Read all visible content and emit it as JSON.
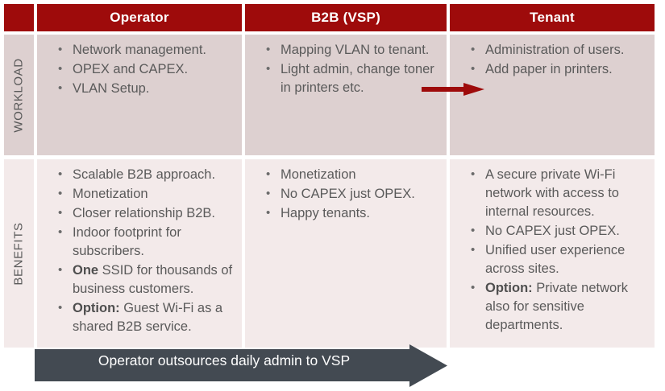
{
  "colors": {
    "header_red": "#9e0b0b",
    "workload_bg": "#ddd0d0",
    "benefits_bg": "#f3eaea",
    "arrow_red": "#9e0b0b",
    "banner_gray": "#434a52",
    "text_gray": "#5a5a5a"
  },
  "table": {
    "corner_label": "",
    "headers": [
      {
        "label": "Operator"
      },
      {
        "label": "B2B (VSP)"
      },
      {
        "label": "Tenant"
      }
    ],
    "rows": [
      {
        "label": "WORKLOAD",
        "cells": [
          {
            "column": "Operator",
            "bullets": [
              {
                "text": "Network management."
              },
              {
                "text": "OPEX and CAPEX."
              },
              {
                "text": "VLAN Setup."
              }
            ]
          },
          {
            "column": "B2B (VSP)",
            "bullets": [
              {
                "text": "Mapping VLAN to tenant."
              },
              {
                "text": "Light admin, change toner in printers etc."
              }
            ]
          },
          {
            "column": "Tenant",
            "bullets": [
              {
                "text": "Administration of users."
              },
              {
                "text": "Add paper in printers."
              }
            ]
          }
        ]
      },
      {
        "label": "BENEFITS",
        "cells": [
          {
            "column": "Operator",
            "bullets": [
              {
                "text": "Scalable B2B approach."
              },
              {
                "text": "Monetization"
              },
              {
                "text": "Closer relationship B2B."
              },
              {
                "text": "Indoor footprint for subscribers."
              },
              {
                "bold": "One",
                "text": " SSID for thousands of business customers."
              },
              {
                "bold": "Option:",
                "text": " Guest Wi-Fi as a shared B2B service."
              }
            ]
          },
          {
            "column": "B2B (VSP)",
            "bullets": [
              {
                "text": "Monetization"
              },
              {
                "text": "No CAPEX just OPEX."
              },
              {
                "text": "Happy tenants."
              }
            ]
          },
          {
            "column": "Tenant",
            "bullets": [
              {
                "text": "A secure private Wi-Fi network with access to internal resources."
              },
              {
                "text": "No CAPEX just OPEX."
              },
              {
                "text": "Unified user experience across sites."
              },
              {
                "bold": "Option:",
                "text": " Private network also for sensitive departments."
              }
            ]
          }
        ]
      }
    ]
  },
  "flow_arrow": {
    "name": "workload-handoff-arrow",
    "from_column": "B2B (VSP)",
    "to_column": "Tenant"
  },
  "banner": {
    "text": "Operator outsources daily admin to VSP"
  }
}
